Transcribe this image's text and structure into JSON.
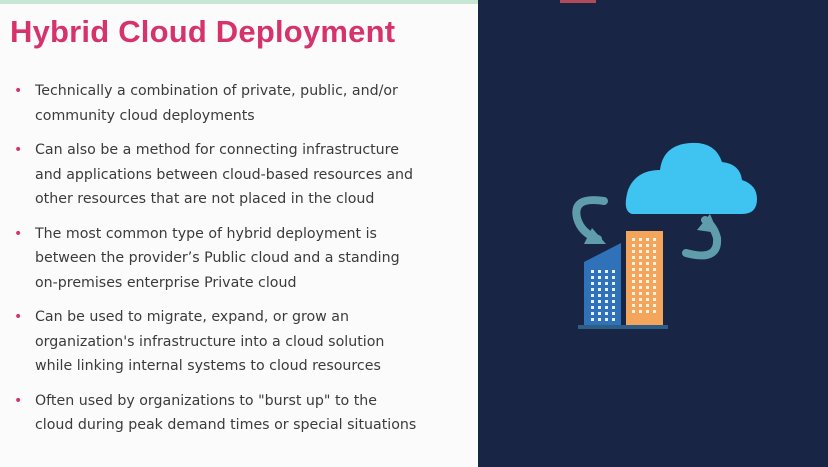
{
  "slide": {
    "title": "Hybrid Cloud Deployment",
    "bullet_marker": "•",
    "bullets": [
      {
        "lines": [
          "Technically a combination of private, public, and/or",
          "community cloud deployments"
        ]
      },
      {
        "lines": [
          "Can also be a method for connecting infrastructure",
          "and applications between cloud-based resources and",
          "other resources that are not placed in the cloud"
        ]
      },
      {
        "lines": [
          "The most common type of hybrid deployment is",
          "between the provider’s Public cloud and a standing",
          "on-premises enterprise Private cloud"
        ]
      },
      {
        "lines": [
          "Can be used to migrate, expand, or grow an",
          "organization's infrastructure into a cloud solution",
          "while linking internal systems to cloud resources"
        ]
      },
      {
        "lines": [
          "Often used by organizations to \"burst up\" to the",
          "cloud during peak demand times or special situations"
        ]
      }
    ]
  },
  "illustration": {
    "icons": [
      "cloud-icon",
      "buildings-icon",
      "sync-arrow-icon"
    ],
    "colors": {
      "panel_background": "#182544",
      "cloud": "#3fc3f0",
      "arrows": "#5f9dab",
      "building_left": "#2f72b9",
      "building_right": "#f3a55b",
      "ground": "#2d5f86",
      "title": "#d6336c"
    }
  }
}
